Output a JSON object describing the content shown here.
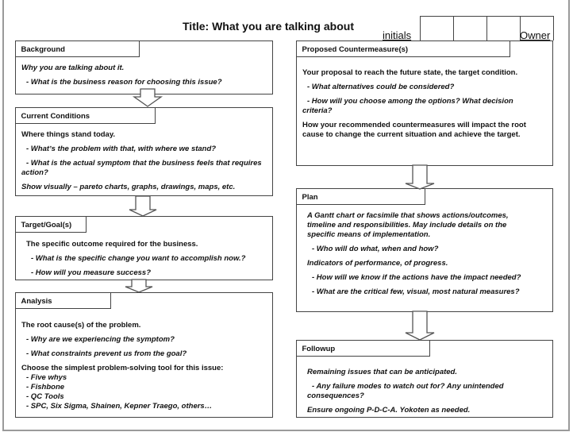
{
  "header": {
    "title": "Title:  What you are talking about",
    "initials_label": "initials",
    "owner_label": "Owner"
  },
  "background": {
    "heading": "Background",
    "lines": [
      "Why you are talking about it.",
      "- What is the business reason for choosing this issue?"
    ]
  },
  "current_conditions": {
    "heading": "Current Conditions",
    "lines": [
      "Where things stand today.",
      "- Whatʼs the problem with that, with where we stand?",
      "- What is the actual symptom that the business feels that requires action?",
      "Show visually – pareto charts, graphs, drawings, maps, etc."
    ]
  },
  "target": {
    "heading": "Target/Goal(s)",
    "lines": [
      "The specific outcome required for the business.",
      "- What is the specific change you want to accomplish now.?",
      "- How will you measure success?"
    ]
  },
  "analysis": {
    "heading": "Analysis",
    "lines": [
      "The root cause(s) of the problem.",
      "- Why are we experiencing the symptom?",
      "- What constraints prevent us from the goal?",
      "Choose the simplest problem-solving tool for this issue:",
      "- Five whys",
      "- Fishbone",
      "- QC Tools",
      "- SPC, Six Sigma, Shainen, Kepner Traego, others…"
    ]
  },
  "countermeasures": {
    "heading": "Proposed Countermeasure(s)",
    "lines": [
      "Your proposal to reach the future state, the target condition.",
      "- What alternatives could be considered?",
      "- How will you choose among the options? What decision criteria?",
      "How your recommended countermeasures will impact the root cause to change the current situation and achieve the target."
    ]
  },
  "plan": {
    "heading": "Plan",
    "lines": [
      "A Gantt chart or facsimile that shows actions/outcomes, timeline and responsibilities. May include details on the specific means of implementation.",
      "- Who will do what, when and how?",
      "Indicators of performance, of progress.",
      "- How will we know if the actions have the impact needed?",
      "- What are the critical few, visual, most natural measures?"
    ]
  },
  "followup": {
    "heading": "Followup",
    "lines": [
      "Remaining issues that can be anticipated.",
      "- Any failure modes to watch out for? Any unintended consequences?",
      "Ensure ongoing P-D-C-A. Yokoten as needed."
    ]
  },
  "icons": {
    "flow_arrow": "down-arrow-icon"
  }
}
